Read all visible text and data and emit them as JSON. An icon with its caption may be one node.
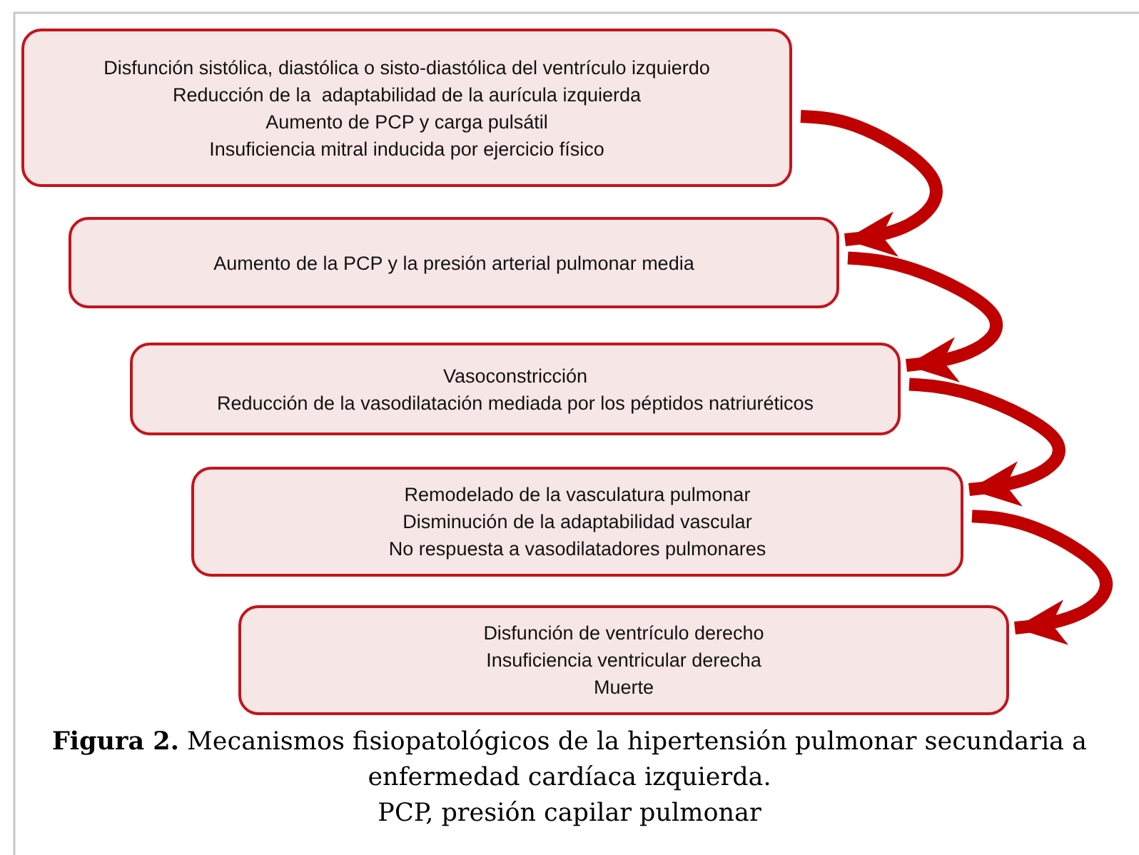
{
  "diagram": {
    "caption": "**Figura 2.** Mecanismos fisiopatológicos de la hipertensión pulmonar secundaria a enfermedad cardíaca izquierda.",
    "nodes": [
      {
        "text": [
          "Disfunción sistólica, diastólica o sisto-diastólica del ventrículo izquierdo",
          "Reducción de la  adaptabilidad de la aurícula izquierda",
          "Aumento de PCP y carga pulsátil",
          "Insuficiencia mitral inducida por ejercicio físico"
        ]
      },
      {
        "text": [
          "Aumento de la PCP y la presión arterial pulmonar media"
        ]
      },
      {
        "text": [
          "Vasoconstricción",
          "Reducción de la vasodilatación mediada por los péptidos natriuréticos"
        ]
      },
      {
        "text": [
          "Remodelado de la vasculatura pulmonar",
          "Disminución de la adaptabilidad vascular",
          "No respuesta a vasodilatadores pulmonares"
        ]
      },
      {
        "text": [
          "Disfunción de ventrículo derecho",
          "Insuficiencia ventricular derecha",
          "Muerte"
        ]
      }
    ],
    "edges": [
      {
        "from": 0,
        "to": 1,
        "arrow": "to"
      },
      {
        "from": 1,
        "to": 2,
        "arrow": "to"
      },
      {
        "from": 2,
        "to": 3,
        "arrow": "to"
      },
      {
        "from": 3,
        "to": 4,
        "arrow": "to"
      }
    ],
    "labels": [
      "PCP, presión capilar pulmonar"
    ]
  }
}
